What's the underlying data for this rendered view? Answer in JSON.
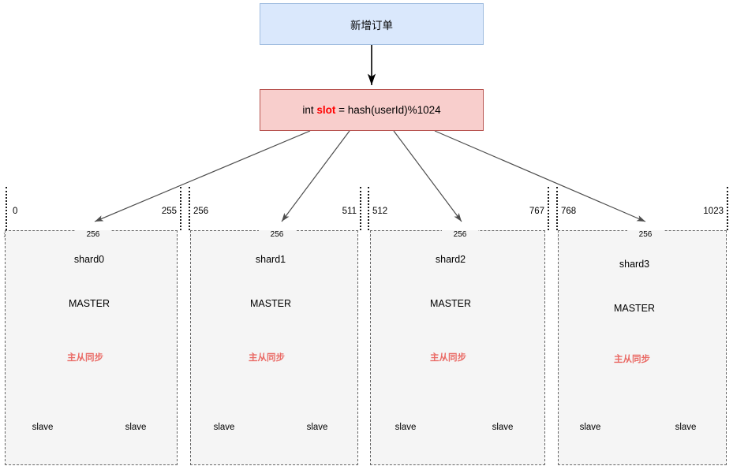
{
  "diagram": {
    "title_box": {
      "label": "新增订单"
    },
    "slot_box": {
      "prefix": "int ",
      "keyword": "slot",
      "suffix": " = hash(userId)%1024",
      "keyword_color": "#ff0000"
    },
    "slot_total": 1024,
    "colors": {
      "order_fill": "#dae8fc",
      "order_stroke": "#9fbcdf",
      "slot_fill": "#f8cecc",
      "slot_stroke": "#b85450",
      "master_fill": "#d5e8d4",
      "master_stroke": "#82b366",
      "slave_fill": "#cfe2f9",
      "slave_stroke": "#333333",
      "region_fill": "#f5f5f5",
      "region_stroke": "#666666",
      "sync_text": "#ea6b66",
      "arrow": "#4d4d4d"
    },
    "regions": [
      {
        "start": "0",
        "end": "255",
        "width_label": "256",
        "master": {
          "name": "shard0",
          "role": "MASTER"
        },
        "sync_label": "主从同步",
        "slaves": [
          {
            "label": "slave"
          },
          {
            "label": "slave"
          }
        ]
      },
      {
        "start": "256",
        "end": "511",
        "width_label": "256",
        "master": {
          "name": "shard1",
          "role": "MASTER"
        },
        "sync_label": "主从同步",
        "slaves": [
          {
            "label": "slave"
          },
          {
            "label": "slave"
          }
        ]
      },
      {
        "start": "512",
        "end": "767",
        "width_label": "256",
        "master": {
          "name": "shard2",
          "role": "MASTER"
        },
        "sync_label": "主从同步",
        "slaves": [
          {
            "label": "slave"
          },
          {
            "label": "slave"
          }
        ]
      },
      {
        "start": "768",
        "end": "1023",
        "width_label": "256",
        "master": {
          "name": "shard3",
          "role": "MASTER"
        },
        "sync_label": "主从同步",
        "slaves": [
          {
            "label": "slave"
          },
          {
            "label": "slave"
          }
        ]
      }
    ]
  }
}
